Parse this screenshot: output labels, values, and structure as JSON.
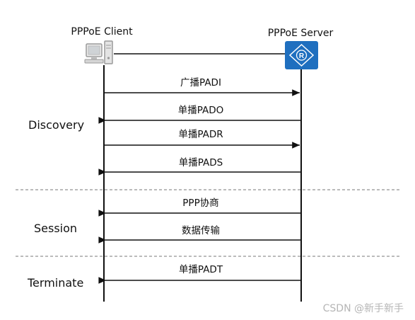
{
  "participants": {
    "client": "PPPoE Client",
    "server": "PPPoE Server"
  },
  "phases": [
    {
      "label": "Discovery"
    },
    {
      "label": "Session"
    },
    {
      "label": "Terminate"
    }
  ],
  "messages": [
    {
      "label": "广播PADI",
      "direction": "client-to-server"
    },
    {
      "label": "单播PADO",
      "direction": "server-to-client"
    },
    {
      "label": "单播PADR",
      "direction": "client-to-server"
    },
    {
      "label": "单播PADS",
      "direction": "server-to-client"
    },
    {
      "label": "PPP协商",
      "direction": "server-to-client"
    },
    {
      "label": "数据传输",
      "direction": "server-to-client"
    },
    {
      "label": "单播PADT",
      "direction": "server-to-client"
    }
  ],
  "watermark": "CSDN @新手新手",
  "colors": {
    "router": "#1f6fbf",
    "line": "#111111",
    "divider": "#777777",
    "watermark": "#b5b5b5"
  },
  "icons": {
    "client": "computer-icon",
    "server": "router-icon"
  }
}
